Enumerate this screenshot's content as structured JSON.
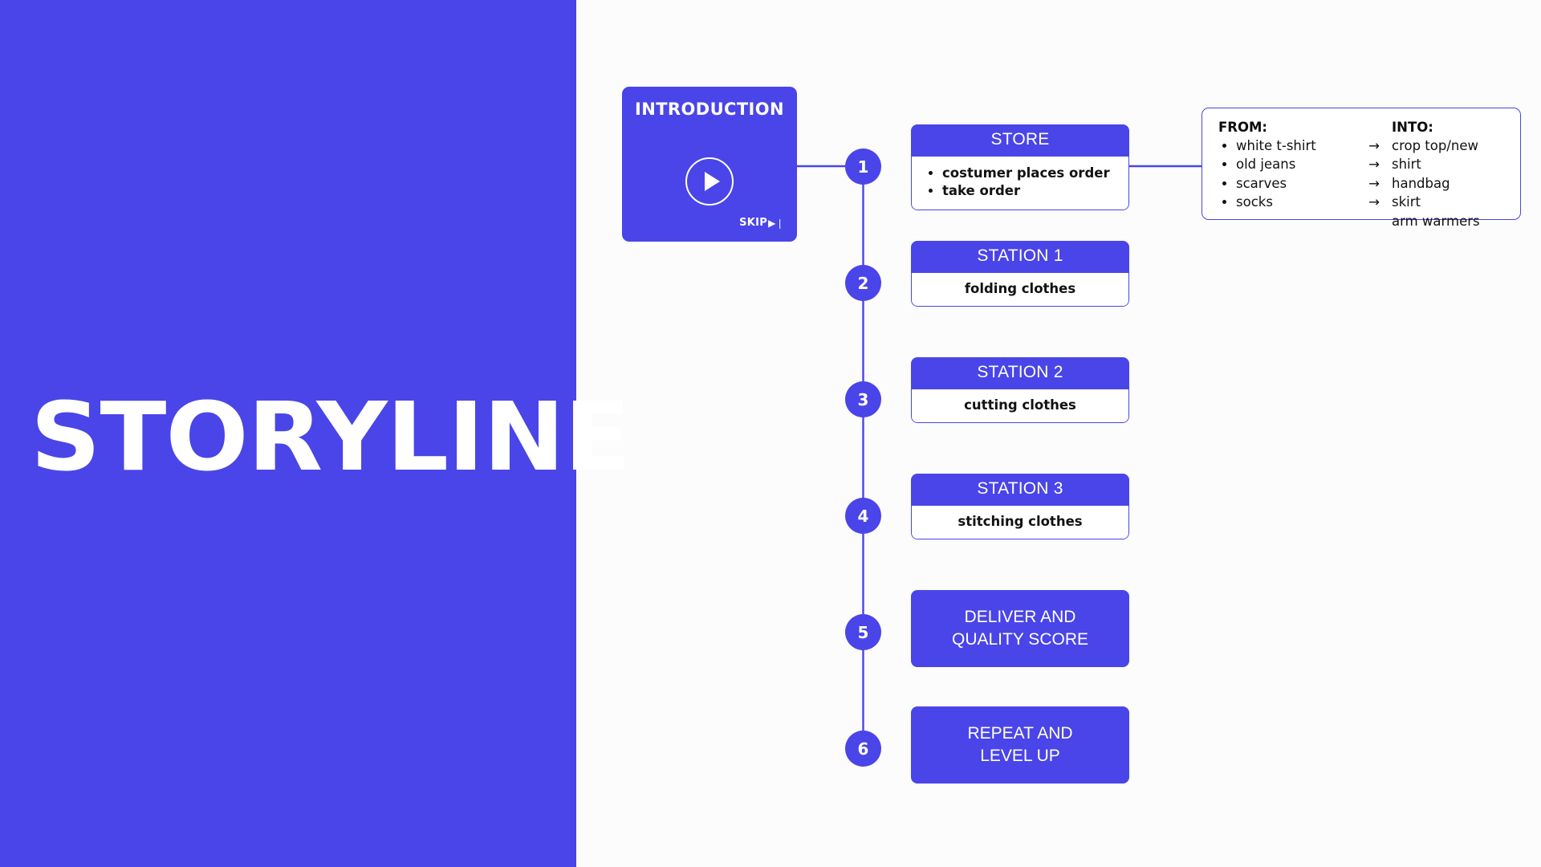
{
  "theme": {
    "accent": "#4A45E8",
    "page_bg": "#FCFCFD",
    "card_text": "#FFFFFF",
    "body_text": "#121212"
  },
  "title_panel": {
    "title": "STORYLINE"
  },
  "intro_card": {
    "title": "INTRODUCTION",
    "play_icon": "play-icon",
    "skip_label": "SKIP",
    "skip_icon": "skip-forward-icon",
    "skip_glyph": "▶❘"
  },
  "timeline": {
    "nodes": [
      "1",
      "2",
      "3",
      "4",
      "5",
      "6"
    ],
    "steps": [
      {
        "number": "1",
        "style": "header-body",
        "header": "STORE",
        "items": [
          "costumer places order",
          "take order"
        ]
      },
      {
        "number": "2",
        "style": "header-body",
        "header": "STATION 1",
        "body": "folding clothes"
      },
      {
        "number": "3",
        "style": "header-body",
        "header": "STATION 2",
        "body": "cutting clothes"
      },
      {
        "number": "4",
        "style": "header-body",
        "header": "STATION 3",
        "body": "stitching clothes"
      },
      {
        "number": "5",
        "style": "solid",
        "line1": "DELIVER AND",
        "line2": "QUALITY SCORE"
      },
      {
        "number": "6",
        "style": "solid",
        "line1": "REPEAT AND",
        "line2": "LEVEL UP"
      }
    ]
  },
  "mapping_panel": {
    "from_header": "FROM:",
    "into_header": "INTO:",
    "arrow_glyph": "→",
    "rows": [
      {
        "from": "white t-shirt",
        "into": "crop top/new shirt"
      },
      {
        "from": "old jeans",
        "into": "handbag"
      },
      {
        "from": "scarves",
        "into": "skirt"
      },
      {
        "from": "socks",
        "into": "arm warmers"
      }
    ]
  }
}
